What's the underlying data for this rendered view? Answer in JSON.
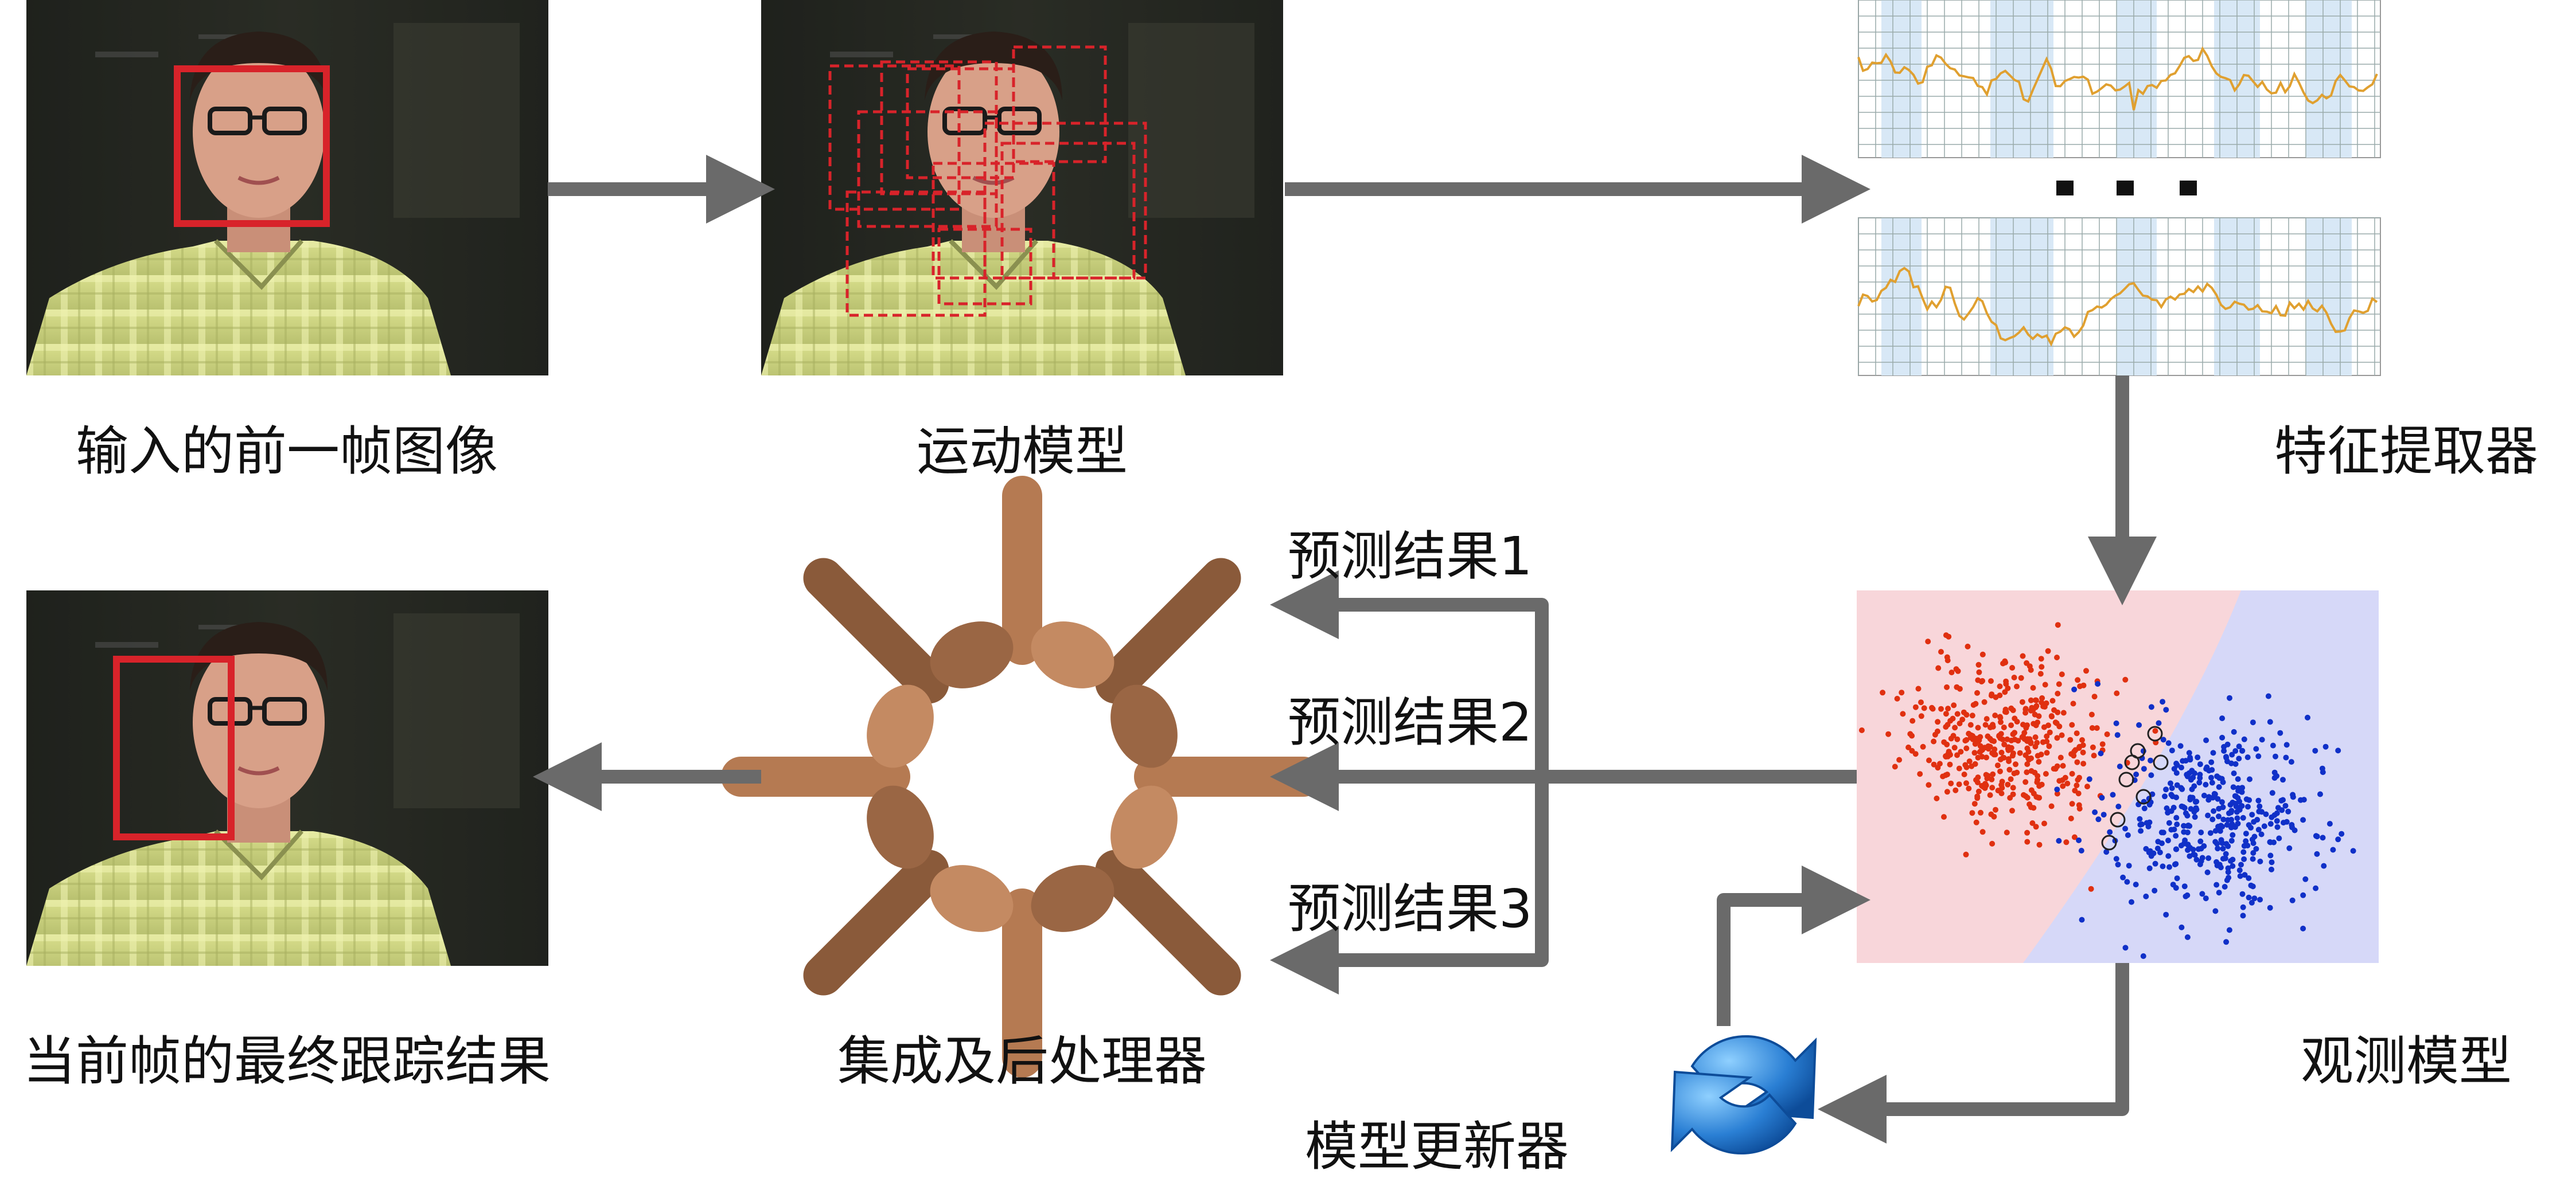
{
  "labels": {
    "input_frame": "输入的前一帧图像",
    "motion_model": "运动模型",
    "feature_extractor": "特征提取器",
    "observation_model": "观测模型",
    "ensemble_postprocessor": "集成及后处理器",
    "final_result": "当前帧的最终跟踪结果",
    "model_updater": "模型更新器"
  },
  "predictions": [
    "预测结果1",
    "预测结果2",
    "预测结果3"
  ],
  "colors": {
    "arrow": "#6a6a6a",
    "bbox_red": "#d8232a",
    "signal_line": "#e0a030",
    "class_red": "#e03010",
    "class_blue": "#1030c8",
    "region_pink": "#f8d6da",
    "region_lavender": "#d6d8f8",
    "grid_blue": "#d8e8f6"
  },
  "icons": [
    "face-photo",
    "hands-circle-photo",
    "refresh-cycle-icon",
    "feature-signal-plot",
    "scatter-classifier-plot"
  ]
}
